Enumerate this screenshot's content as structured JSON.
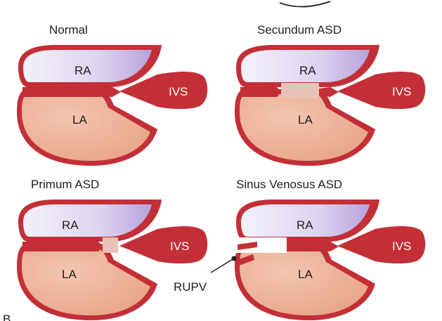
{
  "panels": [
    {
      "title": "Normal",
      "ra": "RA",
      "la": "LA",
      "ivs": "IVS"
    },
    {
      "title": "Secundum ASD",
      "ra": "RA",
      "la": "LA",
      "ivs": "IVS"
    },
    {
      "title": "Primum ASD",
      "ra": "RA",
      "la": "LA",
      "ivs": "IVS"
    },
    {
      "title": "Sinus Venosus ASD",
      "ra": "RA",
      "la": "LA",
      "ivs": "IVS"
    }
  ],
  "rupv_label": "RUPV",
  "corner_letter": "B",
  "colors": {
    "wall": "#c32f36",
    "right_atrium": "#d9cfee",
    "left_atrium": "#efb79e"
  }
}
